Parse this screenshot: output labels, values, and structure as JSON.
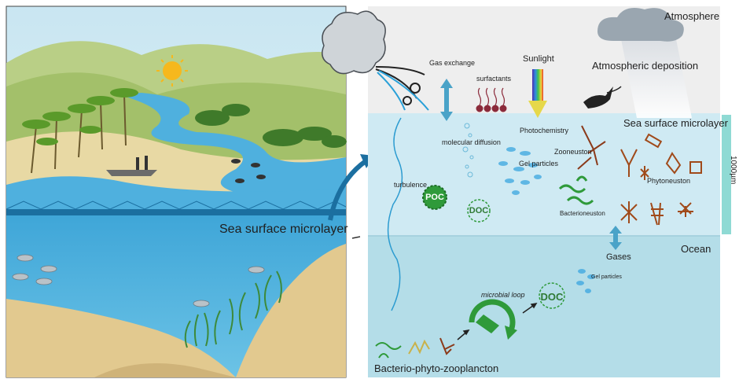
{
  "left_panel": {
    "sea_surface_microlayer_label": "Sea surface microlayer"
  },
  "right_panel": {
    "zones": {
      "atmosphere": "Atmosphere",
      "sea_surface_microlayer": "Sea surface microlayer",
      "ocean": "Ocean"
    },
    "depth_scale_label": "1000µm",
    "labels": {
      "gas_exchange": "Gas exchange",
      "surfactants": "surfactants",
      "sunlight": "Sunlight",
      "atmospheric_deposition": "Atmospheric deposition",
      "molecular_diffusion": "molecular diffusion",
      "photochemistry": "Photochemistry",
      "zooneuston": "Zooneuston",
      "gel_particles_upper": "Gel particles",
      "turbulence": "turbulence",
      "phytoneuston": "Phytoneuston",
      "bacterioneuston": "Bacterioneuston",
      "gases": "Gases",
      "microbial_loop": "microbial loop",
      "gel_particles_lower": "Gel particles",
      "bacterio_phyto_zooplancton": "Bacterio-phyto-zooplancton"
    },
    "circles": {
      "poc": "POC",
      "doc_upper": "DOC",
      "doc_lower": "DOC"
    }
  },
  "colors": {
    "atmosphere_bg": "#eeeeee",
    "microlayer_bg": "#cfeaf3",
    "ocean_bg": "#b4dde8",
    "scale_bar": "#8fdad4",
    "poc_green": "#2f9a3a",
    "arrow_blue": "#3a8fb8"
  }
}
